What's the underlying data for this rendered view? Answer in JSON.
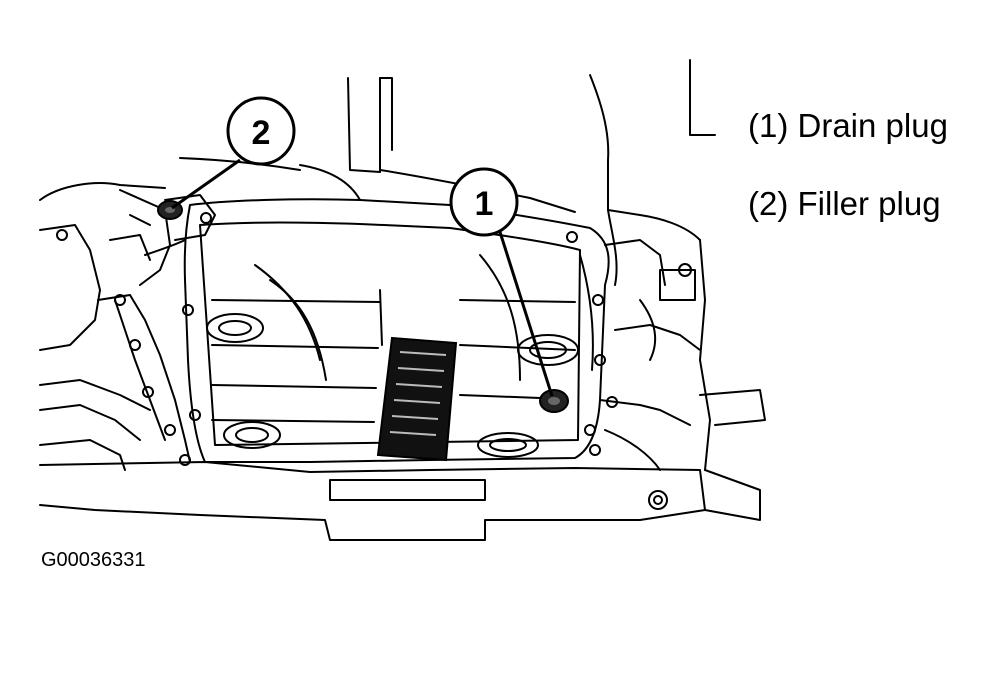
{
  "callouts": [
    {
      "number": "1",
      "label": "Drain plug"
    },
    {
      "number": "2",
      "label": "Filler plug"
    }
  ],
  "legend": {
    "item1": "(1) Drain plug",
    "item2": "(2) Filler plug"
  },
  "figure_id": "G00036331",
  "colors": {
    "line": "#000000",
    "background": "#ffffff",
    "plug_fill": "#222222",
    "label_plate": "#111111"
  }
}
